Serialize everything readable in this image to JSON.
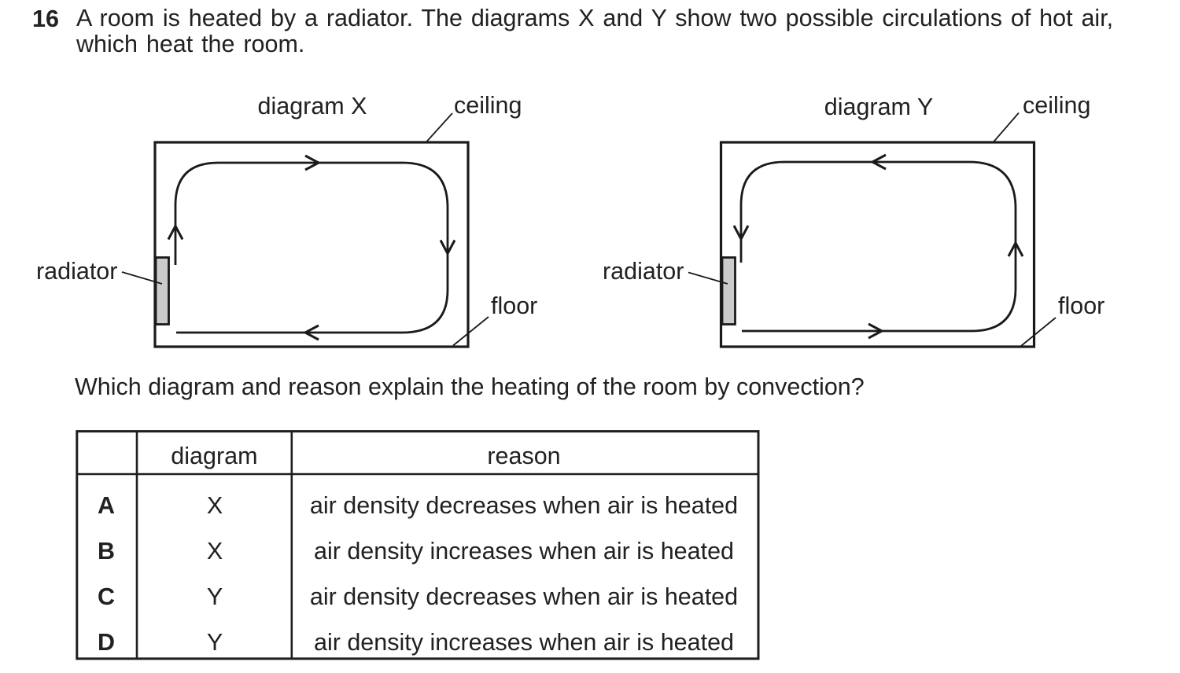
{
  "question": {
    "number": "16",
    "text_line1": "A room is heated by a radiator. The diagrams X and Y show two possible circulations of hot air,",
    "text_line2": "which heat the room.",
    "prompt": "Which diagram and reason explain the heating of the room by convection?"
  },
  "diagram_x": {
    "title": "diagram X",
    "ceiling_label": "ceiling",
    "radiator_label": "radiator",
    "floor_label": "floor",
    "circulation": "clockwise",
    "arrow_directions": [
      "up beside radiator",
      "right along ceiling",
      "down at far wall",
      "left along floor"
    ]
  },
  "diagram_y": {
    "title": "diagram Y",
    "ceiling_label": "ceiling",
    "radiator_label": "radiator",
    "floor_label": "floor",
    "circulation": "anticlockwise",
    "arrow_directions": [
      "down beside radiator",
      "left along ceiling",
      "up at far wall",
      "right along floor"
    ]
  },
  "answer_table": {
    "header_diagram": "diagram",
    "header_reason": "reason",
    "rows": [
      {
        "letter": "A",
        "diagram": "X",
        "reason": "air density decreases when air is heated"
      },
      {
        "letter": "B",
        "diagram": "X",
        "reason": "air density increases when air is heated"
      },
      {
        "letter": "C",
        "diagram": "Y",
        "reason": "air density decreases when air is heated"
      },
      {
        "letter": "D",
        "diagram": "Y",
        "reason": "air density increases when air is heated"
      }
    ]
  },
  "colors": {
    "ink": "#212121",
    "line": "#1a1a1a",
    "radiator_fill": "#cbcbcb",
    "background": "#ffffff"
  }
}
